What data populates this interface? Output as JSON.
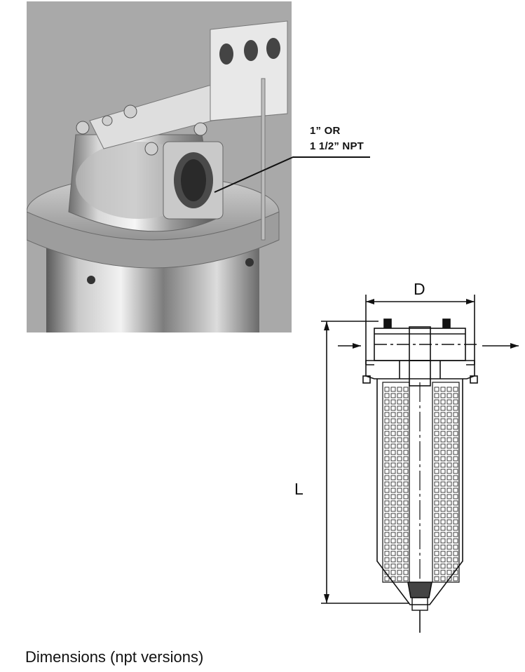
{
  "callout": {
    "line1": "1” OR",
    "line2": "1 1/2” NPT"
  },
  "dimensions": {
    "diameter_label": "D",
    "length_label": "L"
  },
  "caption": "Dimensions (npt versions)",
  "colors": {
    "photo_background": "#a9a9a9",
    "line": "#111111"
  }
}
